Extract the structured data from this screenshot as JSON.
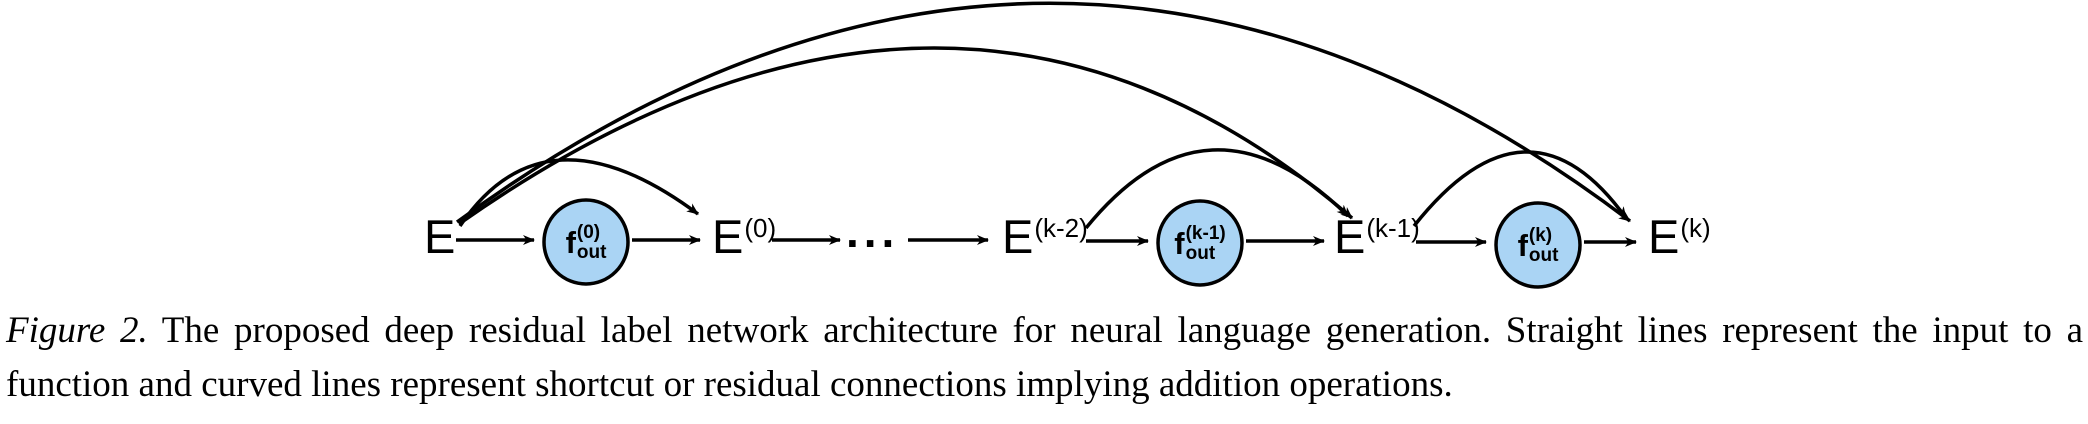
{
  "figure": {
    "nodes": [
      {
        "base": "E",
        "sup": ""
      },
      {
        "base": "E",
        "sup": "(0)"
      },
      {
        "base": "E",
        "sup": "(k-2)"
      },
      {
        "base": "E",
        "sup": "(k-1)"
      },
      {
        "base": "E",
        "sup": "(k)"
      }
    ],
    "ellipsis": "...",
    "functions": [
      {
        "f": "f",
        "sup": "(0)",
        "sub": "out"
      },
      {
        "f": "f",
        "sup": "(k-1)",
        "sub": "out"
      },
      {
        "f": "f",
        "sup": "(k)",
        "sub": "out"
      }
    ],
    "colors": {
      "node_fill": "#aad4f4",
      "stroke": "#000000",
      "background": "#ffffff"
    }
  },
  "caption": {
    "label": "Figure 2.",
    "text": " The proposed deep residual label network architecture for neural language generation. Straight lines represent the input to a function and curved lines represent shortcut or residual connections implying addition operations."
  }
}
